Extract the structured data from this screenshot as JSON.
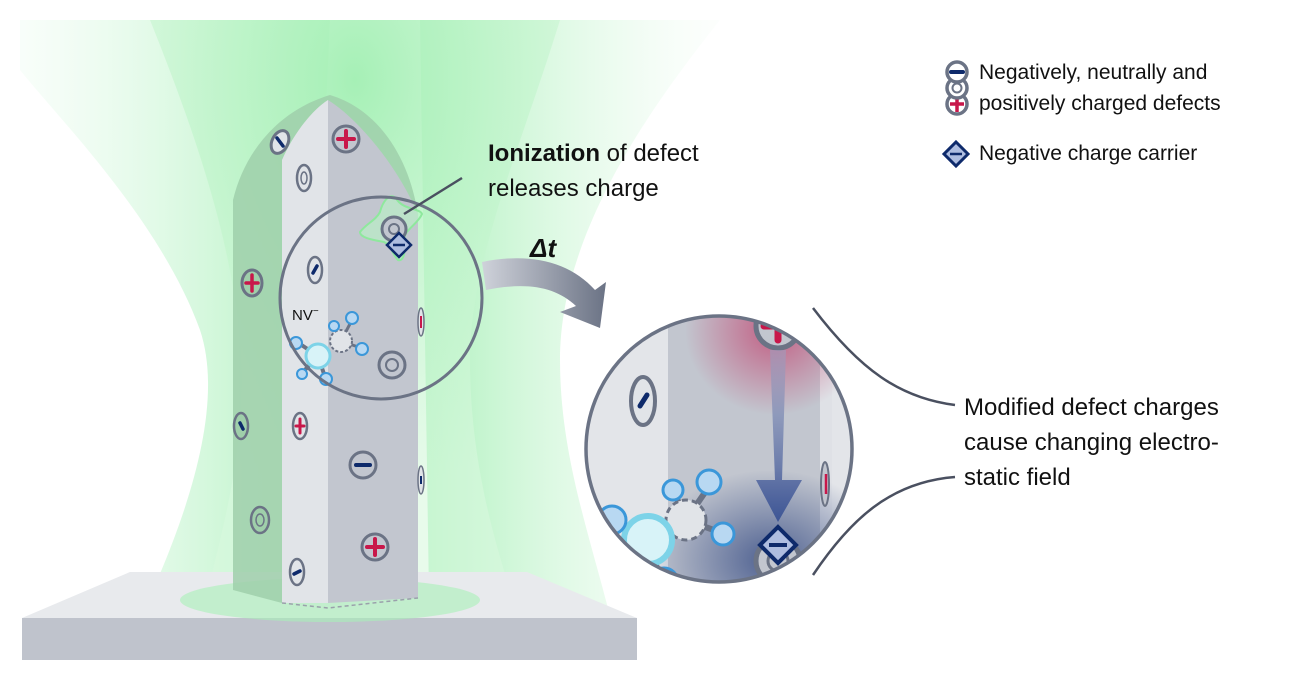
{
  "figure": {
    "type": "schematic",
    "subject": "NV-center charge dynamics in diamond nanopillar under green laser illumination"
  },
  "legend": {
    "defects_line1": "Negatively, neutrally and",
    "defects_line2": "positively charged defects",
    "carrier": "Negative charge carrier",
    "icons": [
      "negative-defect-icon",
      "neutral-defect-icon",
      "positive-defect-icon",
      "charge-carrier-icon"
    ]
  },
  "annotations": {
    "ionization_bold": "Ionization",
    "ionization_rest": " of defect",
    "ionization_line2": "releases charge",
    "time_step": "Δt",
    "nv_label": "NV",
    "nv_sup": "−",
    "field_line1": "Modified defect charges",
    "field_line2": "cause changing electro-",
    "field_line3": "static field"
  },
  "colors": {
    "laser_green": "#a8f0b8",
    "pillar_left": "#9fcfaa",
    "pillar_front": "#e1e4e8",
    "pillar_right": "#c2c6cf",
    "substrate": "#bfc3cc",
    "ring": "#6b7385",
    "positive": "#c8174a",
    "negative": "#0e2a6b",
    "carrier_fill": "#aebde0",
    "atom_blue": "#3b97d9",
    "atom_cyan": "#7dd3e8"
  }
}
